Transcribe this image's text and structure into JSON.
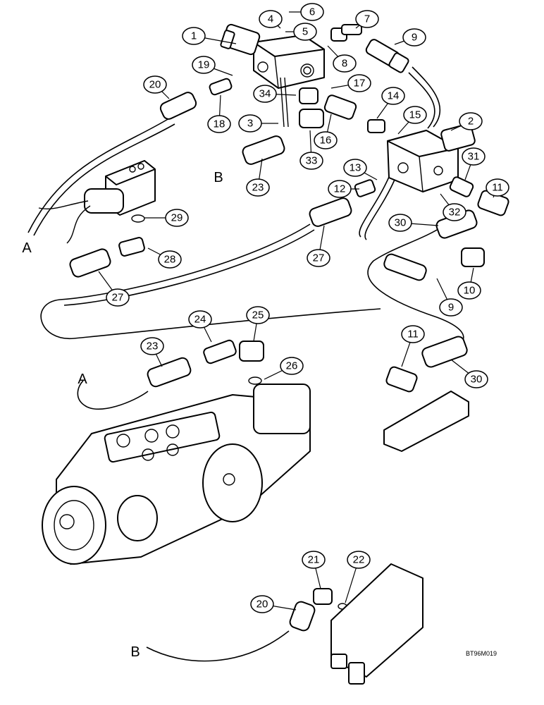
{
  "diagram": {
    "callouts": [
      "1",
      "2",
      "3",
      "4",
      "5",
      "6",
      "7",
      "8",
      "9",
      "10",
      "11",
      "12",
      "13",
      "14",
      "15",
      "16",
      "17",
      "18",
      "19",
      "20",
      "21",
      "22",
      "23",
      "24",
      "25",
      "26",
      "27",
      "28",
      "29",
      "30",
      "31",
      "32",
      "33",
      "34",
      "9",
      "11",
      "20",
      "23",
      "27",
      "30"
    ],
    "connector_labels": [
      "A",
      "B",
      "A",
      "B"
    ],
    "drawing_code": "BT96M019"
  }
}
